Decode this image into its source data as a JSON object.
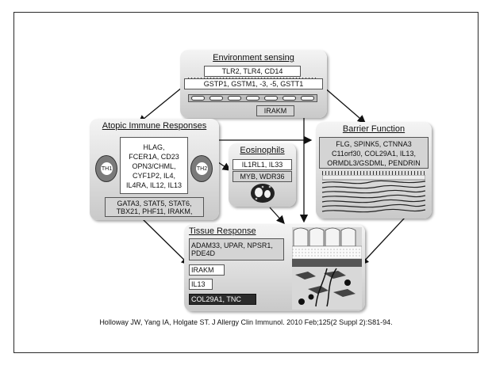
{
  "env": {
    "title": "Environment sensing",
    "line1": "TLR2, TLR4, CD14",
    "line2": "GSTP1, GSTM1, -3, -5, GSTT1",
    "iraKm": "IRAKM"
  },
  "atopic": {
    "title": "Atopic Immune Responses",
    "inner": [
      "HLAG,",
      "FCER1A, CD23",
      "OPN3/CHML,",
      "CYF1P2, IL4,",
      "IL4RA, IL12, IL13"
    ],
    "bottom": [
      "GATA3, STAT5, STAT6,",
      "TBX21, PHF11, IRAKM,"
    ],
    "th1": "TH1",
    "th2": "TH2"
  },
  "eos": {
    "title": "Eosinophils",
    "line1": "IL1RL1, IL33",
    "line2": "MYB, WDR36"
  },
  "barrier": {
    "title": "Barrier Function",
    "lines": [
      "FLG, SPINK5, CTNNA3",
      "C11orf30, COL29A1, IL13,",
      "ORMDL3/GSDML, PENDRIN"
    ]
  },
  "tissue": {
    "title": "Tissue Response",
    "box1": [
      "ADAM33, UPAR, NPSR1,",
      "PDE4D"
    ],
    "iraKm": "IRAKM",
    "il13": "IL13",
    "col": "COL29A1, TNC"
  },
  "citation": "Holloway JW, Yang IA, Holgate ST. J Allergy Clin Immunol. 2010 Feb;125(2 Suppl 2):S81-94.",
  "colors": {
    "panel_light": "#f4f4f4",
    "panel_dark": "#c9c9c9",
    "dark_box": "#2b2b2b",
    "gray_box": "#d4d4d4"
  }
}
